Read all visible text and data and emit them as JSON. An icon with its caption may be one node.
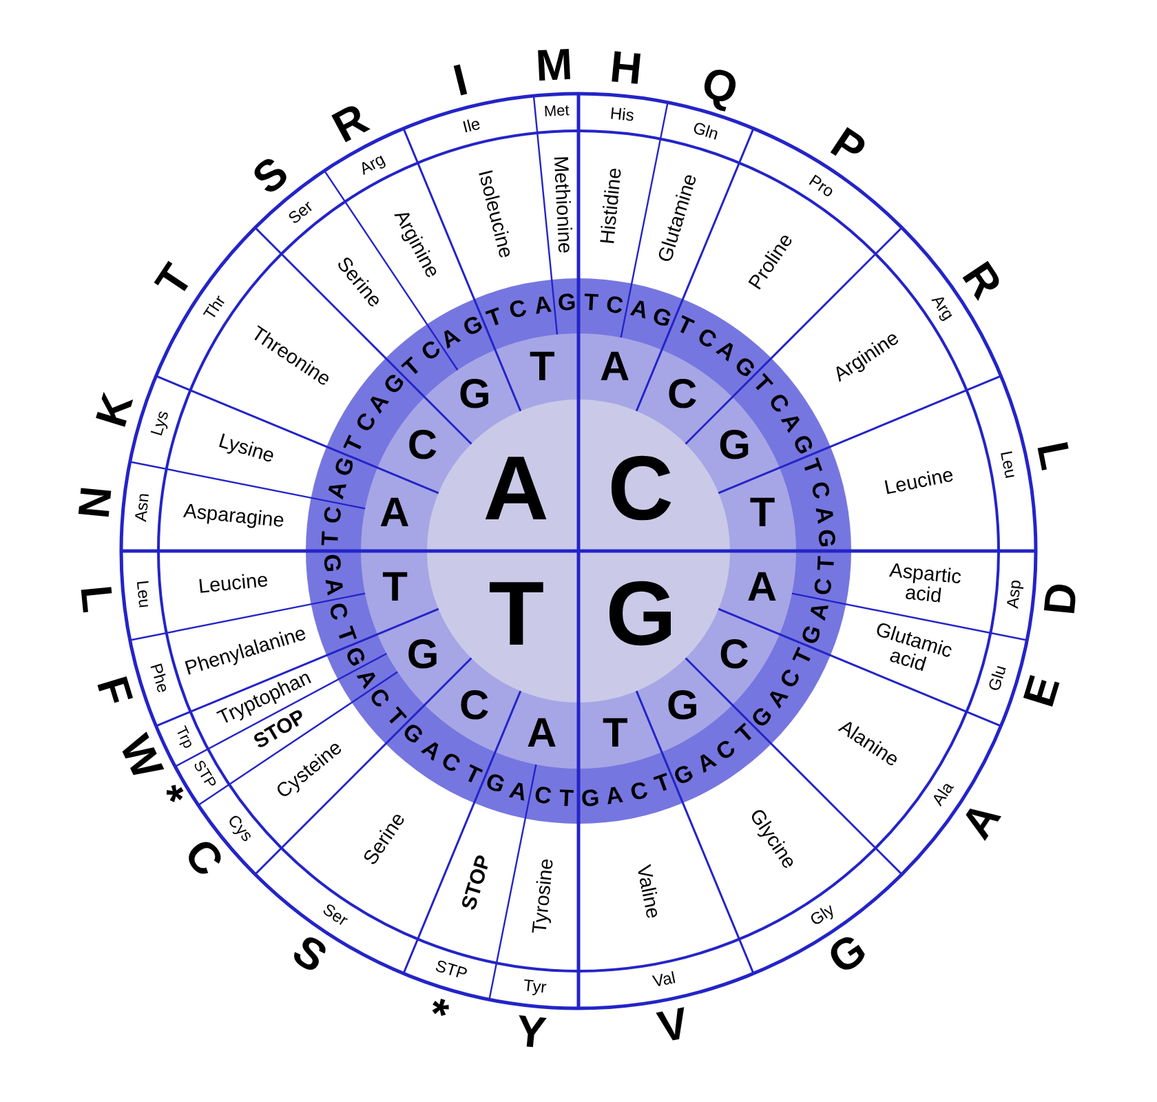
{
  "diagram": {
    "labels": [
      "A",
      "C",
      "T",
      "G",
      "A",
      "C",
      "G",
      "T",
      "A",
      "C",
      "G",
      "T",
      "A",
      "C",
      "G",
      "T",
      "A",
      "C",
      "G",
      "T",
      "T",
      "C",
      "A",
      "G",
      "T",
      "C",
      "A",
      "G",
      "T",
      "C",
      "A",
      "G",
      "T",
      "C",
      "A",
      "G",
      "T",
      "C",
      "A",
      "G",
      "T",
      "C",
      "A",
      "G",
      "T",
      "C",
      "A",
      "G",
      "T",
      "C",
      "A",
      "G",
      "T",
      "C",
      "A",
      "G",
      "T",
      "C",
      "A",
      "G",
      "T",
      "C",
      "A",
      "G",
      "T",
      "C",
      "A",
      "G",
      "T",
      "C",
      "A",
      "G",
      "T",
      "C",
      "A",
      "G",
      "T",
      "C",
      "A",
      "G",
      "T",
      "C",
      "A",
      "G",
      "Histidine",
      "Glutamine",
      "Proline",
      "Arginine",
      "Leucine",
      "Aspartic acid",
      "Glutamic acid",
      "Alanine",
      "Glycine",
      "Valine",
      "Tyrosine",
      "STOP",
      "Serine",
      "Cysteine",
      "STOP",
      "Tryptophan",
      "Phenylalanine",
      "Leucine",
      "Asparagine",
      "Lysine",
      "Threonine",
      "Serine",
      "Arginine",
      "Isoleucine",
      "Methionine",
      "His",
      "Gln",
      "Pro",
      "Arg",
      "Leu",
      "Asp",
      "Glu",
      "Ala",
      "Gly",
      "Val",
      "Tyr",
      "STP",
      "Ser",
      "Cys",
      "STP",
      "Trp",
      "Phe",
      "Leu",
      "Asn",
      "Lys",
      "Thr",
      "Ser",
      "Arg",
      "Ile",
      "Met",
      "H",
      "Q",
      "P",
      "R",
      "L",
      "D",
      "E",
      "A",
      "G",
      "V",
      "Y",
      "*",
      "S",
      "C",
      "*",
      "W",
      "F",
      "L",
      "N",
      "K",
      "T",
      "S",
      "R",
      "I",
      "M"
    ]
  }
}
